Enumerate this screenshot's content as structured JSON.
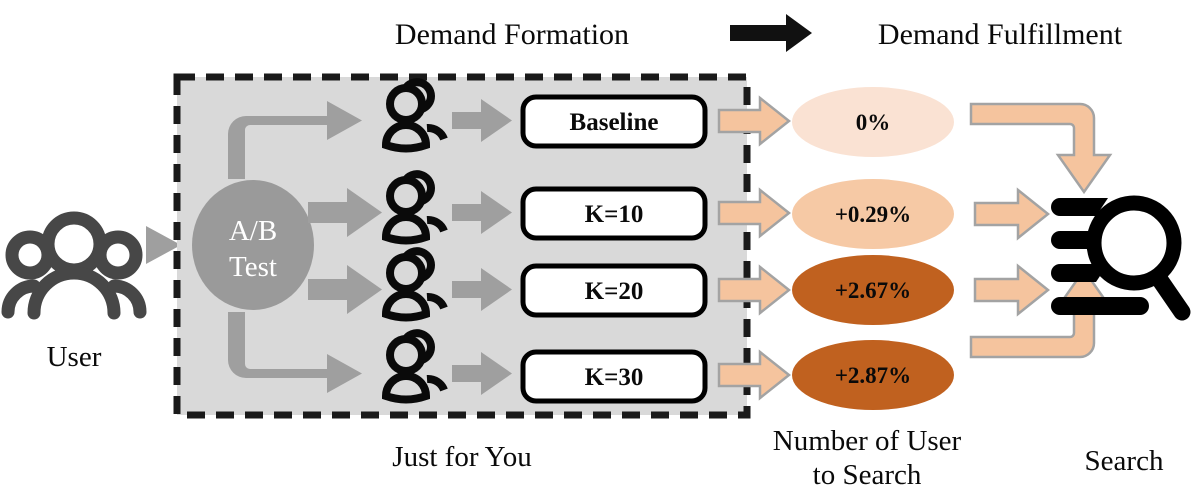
{
  "headers": {
    "left": "Demand Formation",
    "right": "Demand Fulfillment",
    "transition_icon": "black-right-arrow-icon"
  },
  "captions": {
    "user": "User",
    "just_for_you": "Just for You",
    "number_of_user_line1": "Number of User",
    "number_of_user_line2": "to Search",
    "search": "Search"
  },
  "splitter": {
    "label_line1": "A/B",
    "label_line2": "Test",
    "fill": "#9a9a9a",
    "text_color": "#ffffff"
  },
  "branches": [
    {
      "id": "baseline",
      "group_icon": "user-group-icon",
      "box_label": "Baseline",
      "result_label": "0%",
      "result_fill": "#fae2d3",
      "connector": "elbow-up-right"
    },
    {
      "id": "k10",
      "group_icon": "user-group-icon",
      "box_label": "K=10",
      "result_label": "+0.29%",
      "result_fill": "#f6c9a5",
      "connector": "straight-right"
    },
    {
      "id": "k20",
      "group_icon": "user-group-icon",
      "box_label": "K=20",
      "result_label": "+2.67%",
      "result_fill": "#c0611f",
      "connector": "straight-right"
    },
    {
      "id": "k30",
      "group_icon": "user-group-icon",
      "box_label": "K=30",
      "result_label": "+2.87%",
      "result_fill": "#c0611f",
      "connector": "elbow-down-right"
    }
  ],
  "colors": {
    "panel_bg": "#d9d9d9",
    "panel_border": "#1a1a1a",
    "gray_arrow": "#9f9f9f",
    "peach_arrow": "#f5c49e",
    "peach_arrow_stroke": "#a3a3a3",
    "user_icon": "#474747",
    "search_icon": "#000000",
    "box_bg": "#ffffff",
    "box_border": "#000000"
  },
  "icons": {
    "users_group": "users-three-icon",
    "search": "search-magnifier-icon",
    "feed_triangle": "triangle-right-icon"
  }
}
